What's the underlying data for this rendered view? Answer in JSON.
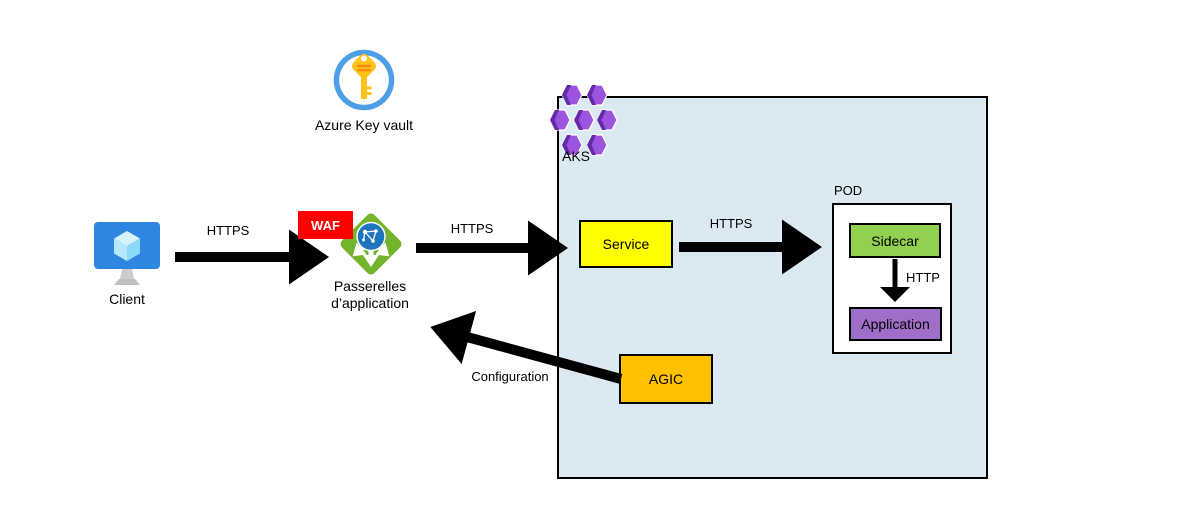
{
  "nodes": {
    "client": {
      "label": "Client"
    },
    "key_vault": {
      "label": "Azure Key vault"
    },
    "waf": {
      "label": "WAF"
    },
    "app_gateway": {
      "label": "Passerelles\nd’application"
    },
    "aks": {
      "label": "AKS"
    },
    "service": {
      "label": "Service"
    },
    "pod": {
      "label": "POD"
    },
    "sidecar": {
      "label": "Sidecar"
    },
    "application": {
      "label": "Application"
    },
    "agic": {
      "label": "AGIC"
    }
  },
  "edges": {
    "client_to_gateway": {
      "label": "HTTPS"
    },
    "gateway_to_service": {
      "label": "HTTPS"
    },
    "service_to_pod": {
      "label": "HTTPS"
    },
    "sidecar_to_application": {
      "label": "HTTP"
    },
    "agic_to_gateway": {
      "label": "Configuration"
    }
  },
  "colors": {
    "aks_fill": "#DBEAF2",
    "service_fill": "#FFFF00",
    "sidecar_fill": "#92D050",
    "application_fill": "#A06EC8",
    "agic_fill": "#FFC000",
    "waf_fill": "#FF0000",
    "waf_text": "#FFFFFF",
    "gateway_green": "#74B42C",
    "globe_blue": "#1F74C0",
    "hex_purple_light": "#9C53E0",
    "hex_purple_dark": "#6229A8",
    "key_gold": "#FFC21A",
    "key_gold_dark": "#F28C0F",
    "key_ring_blue": "#4D9FE8",
    "monitor_blue": "#2E86E0",
    "arrow_black": "#000000"
  }
}
